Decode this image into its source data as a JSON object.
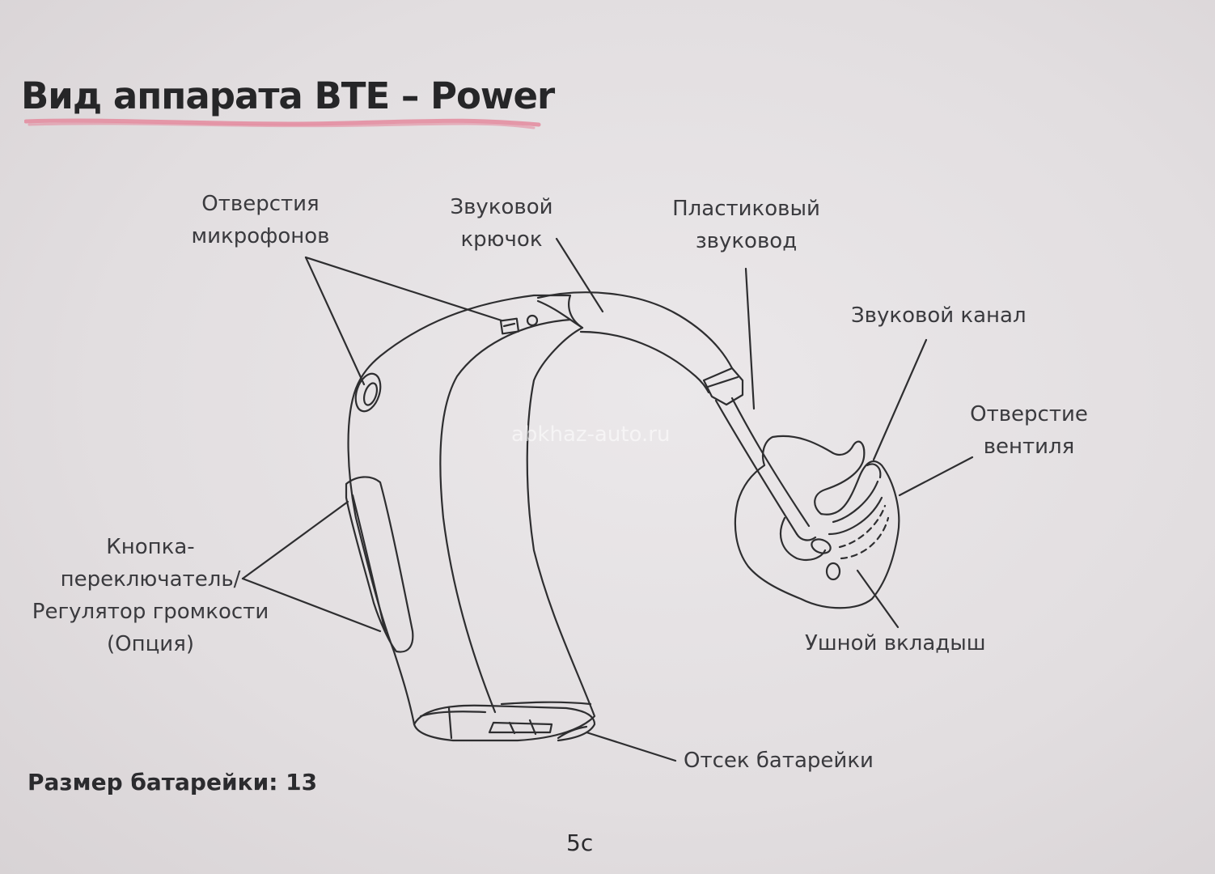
{
  "document": {
    "title": "Вид аппарата BTE – Power",
    "labels": {
      "mic_holes_line1": "Отверстия",
      "mic_holes_line2": "микрофонов",
      "sound_hook_line1": "Звуковой",
      "sound_hook_line2": "крючок",
      "plastic_tube_line1": "Пластиковый",
      "plastic_tube_line2": "звуковод",
      "sound_channel": "Звуковой канал",
      "vent_line1": "Отверстие",
      "vent_line2": "вентиля",
      "button_line1": "Кнопка-",
      "button_line2": "переключатель/",
      "button_line3": "Регулятор громкости",
      "button_line4": "(Опция)",
      "earmold": "Ушной вкладыш",
      "battery_compartment": "Отсек батарейки"
    },
    "battery_size": "Размер батарейки: 13",
    "page_number": "5c",
    "watermark": "abkhaz-auto.ru"
  },
  "colors": {
    "text": "#3a3a3e",
    "title_underline": "#e48a9e",
    "line_art": "#2e2e30"
  }
}
